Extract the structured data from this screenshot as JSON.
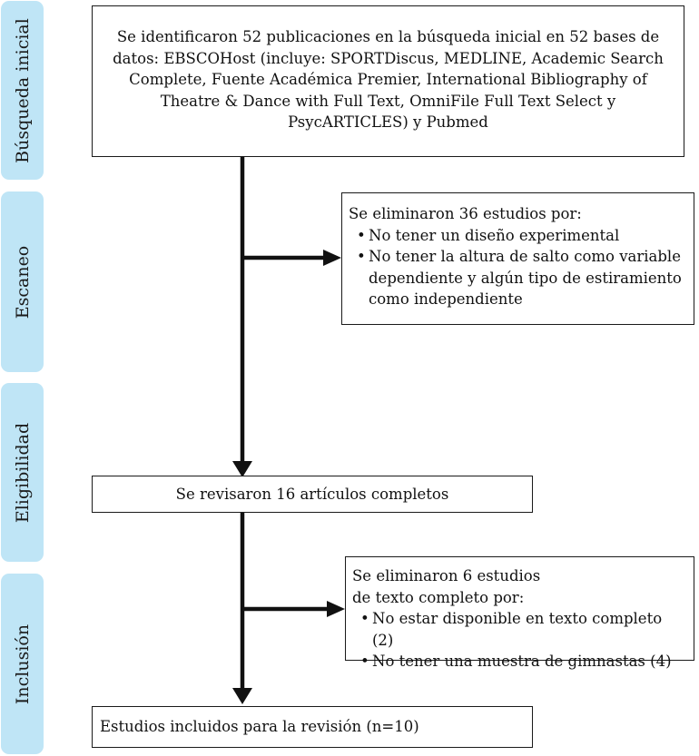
{
  "stages": [
    {
      "label": "Búsqueda inicial"
    },
    {
      "label": "Escaneo"
    },
    {
      "label": "Eligibilidad"
    },
    {
      "label": "Inclusión"
    }
  ],
  "boxes": {
    "initial_search": "Se identificaron 52 publicaciones en la búsqueda inicial en 52 bases de datos: EBSCOHost (incluye: SPORTDiscus, MEDLINE, Academic Search Complete, Fuente Académica Premier, International Bibliography of Theatre & Dance with Full Text, OmniFile Full Text Select y PsycARTICLES) y Pubmed",
    "screening_exclusion": {
      "heading": "Se eliminaron 36 estudios  por:",
      "bullets": [
        "No tener un diseño experimental",
        "No tener la altura de salto como variable dependiente y algún tipo de estiramiento como independiente"
      ]
    },
    "full_text_review": "Se revisaron 16 artículos completos",
    "full_text_exclusion": {
      "heading": "Se eliminaron 6 estudios de texto completo por:",
      "bullets": [
        "No estar disponible en texto completo (2)",
        "No tener una muestra de gimnastas (4)"
      ]
    },
    "included": "Estudios incluidos para la revisión (n=10)"
  },
  "colors": {
    "stage_tab": "#bfe5f6",
    "line": "#111111"
  }
}
